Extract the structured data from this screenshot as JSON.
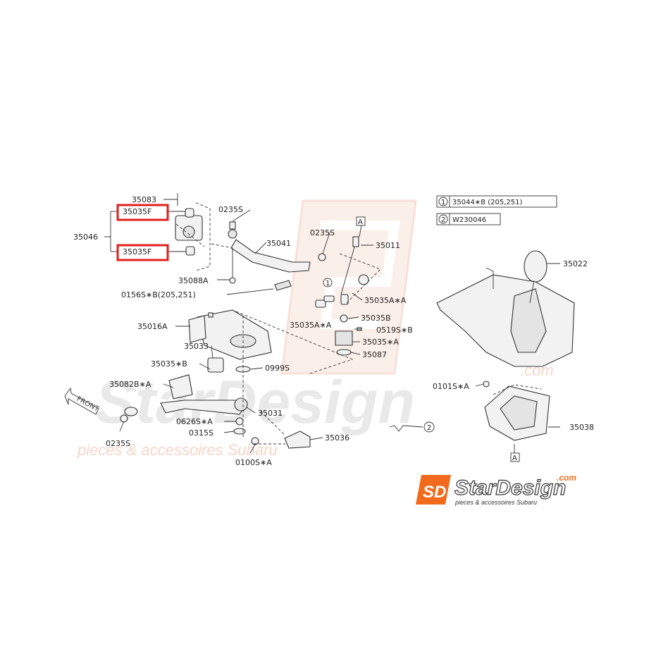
{
  "diagram": {
    "labels": {
      "p35083": "35083",
      "p35035F_top": "35035F",
      "p35046": "35046",
      "p35035F_bottom": "35035F",
      "p0235S_a": "0235S",
      "p35041": "35041",
      "p0235S_b": "0235S",
      "pA_top": "A",
      "p35011": "35011",
      "p35088A": "35088A",
      "p0156S": "0156S∗B(205,251)",
      "p35035AA_right": "35035A∗A",
      "p35016A": "35016A",
      "p35035B": "35035B",
      "p35035AA_left": "35035A∗A",
      "p0519S": "0519S∗B",
      "p35033": "35033",
      "p35035A": "35035∗A",
      "p35087": "35087",
      "p35035B_star": "35035∗B",
      "p0999S": "0999S",
      "p35082B": "35082B∗A",
      "p35031": "35031",
      "p0626S": "0626S∗A",
      "p0315S": "0315S",
      "p35036": "35036",
      "p0235S_c": "0235S",
      "p0100S": "0100S∗A",
      "p35022": "35022",
      "p0101S": "0101S∗A",
      "p35038": "35038",
      "pA_bottom": "A",
      "front": "FRONT"
    },
    "legend": [
      {
        "num": "1",
        "text": "35044∗B  (205,251)"
      },
      {
        "num": "2",
        "text": "W230046"
      }
    ],
    "callout_2": "2",
    "callout_1": "1"
  },
  "watermark": {
    "main": "StarDesign",
    "com": ".com",
    "sub": "pieces & accessoires Subaru"
  },
  "logo": {
    "mark": "SD",
    "name": "StarDesign",
    "com": ".com",
    "tagline": "pieces & accessoires Subaru"
  },
  "colors": {
    "highlight": "#e0201c",
    "logo_orange": "#f26a1b",
    "watermark_orange": "#f6d6c8"
  }
}
